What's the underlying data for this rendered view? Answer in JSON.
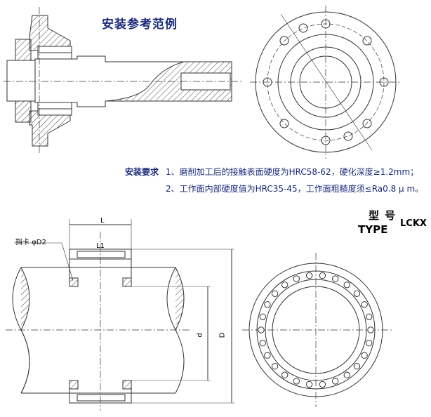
{
  "header": {
    "title": "安装参考范例"
  },
  "requirements": {
    "label": "安装要求",
    "item1": "1、磨削加工后的接触表面硬度为HRC58-62，硬化深度≥1.2mm；",
    "item2": "2、工作面内部硬度值为HRC35-45，工作面粗糙度须≤Ra0.8 μ m。"
  },
  "model": {
    "label_cn": "型号",
    "label_en": "TYPE",
    "code": "LCKX"
  },
  "dimensions": {
    "L": "L",
    "L1": "L1",
    "clip": "挡卡 φD2",
    "d": "d",
    "D": "D"
  },
  "colors": {
    "title": "#1b2a7a",
    "line": "#333333"
  }
}
